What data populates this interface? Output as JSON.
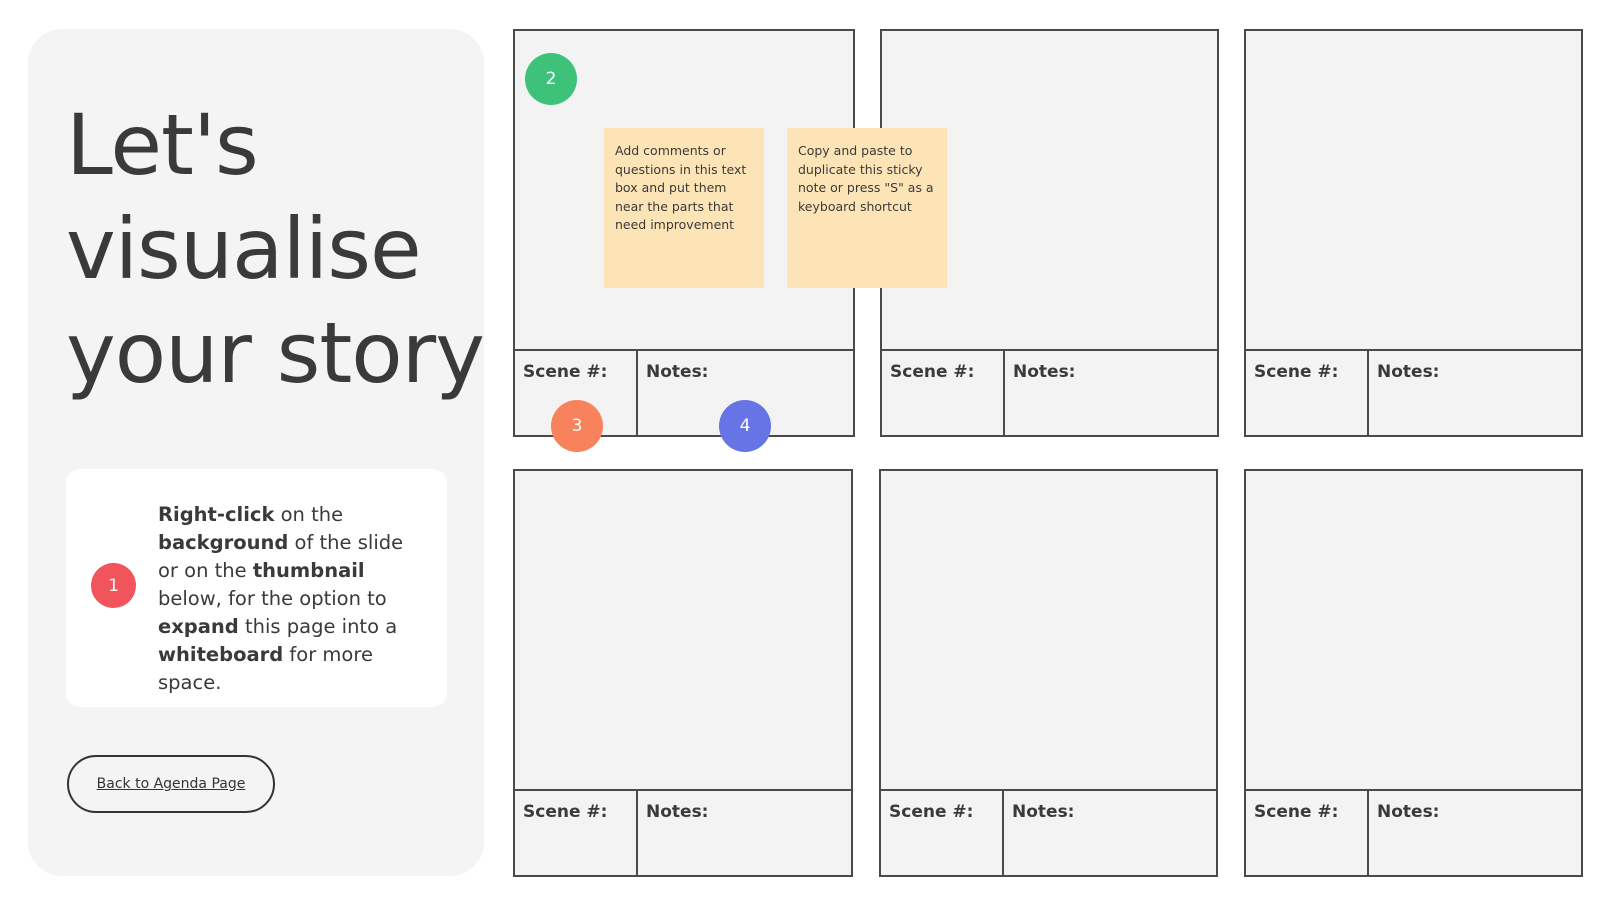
{
  "title_lines": [
    "Let's",
    "visualise",
    "your story"
  ],
  "tip": {
    "badge": "1",
    "parts": {
      "p1_bold": "Right-click",
      "p1": " on the ",
      "p2_bold": "background",
      "p2": " of the slide or on the ",
      "p3_bold": "thumbnail",
      "p3": " below, for the option to ",
      "p4_bold": "expand",
      "p4": " this page into a ",
      "p5_bold": "whiteboard",
      "p5": " for more space."
    }
  },
  "back_button_label": "Back to Agenda Page",
  "frames": [
    {
      "scene_label": "Scene #:",
      "notes_label": "Notes:"
    },
    {
      "scene_label": "Scene #:",
      "notes_label": "Notes:"
    },
    {
      "scene_label": "Scene #:",
      "notes_label": "Notes:"
    },
    {
      "scene_label": "Scene #:",
      "notes_label": "Notes:"
    },
    {
      "scene_label": "Scene #:",
      "notes_label": "Notes:"
    },
    {
      "scene_label": "Scene #:",
      "notes_label": "Notes:"
    }
  ],
  "stickies": [
    {
      "text": "Add comments or questions in this text box and put them near the parts that need improvement"
    },
    {
      "text": "Copy and paste to duplicate this sticky note or press \"S\" as a keyboard shortcut"
    }
  ],
  "markers": [
    {
      "label": "1",
      "color": "#f2545b"
    },
    {
      "label": "2",
      "color": "#3ec27a"
    },
    {
      "label": "3",
      "color": "#f7825b"
    },
    {
      "label": "4",
      "color": "#6674e6"
    }
  ],
  "colors": {
    "panel_bg": "#f4f4f4",
    "frame_bg": "#f3f3f3",
    "frame_border": "#4a4a4a",
    "sticky_bg": "#fde4b6",
    "text": "#3a3a3a"
  }
}
